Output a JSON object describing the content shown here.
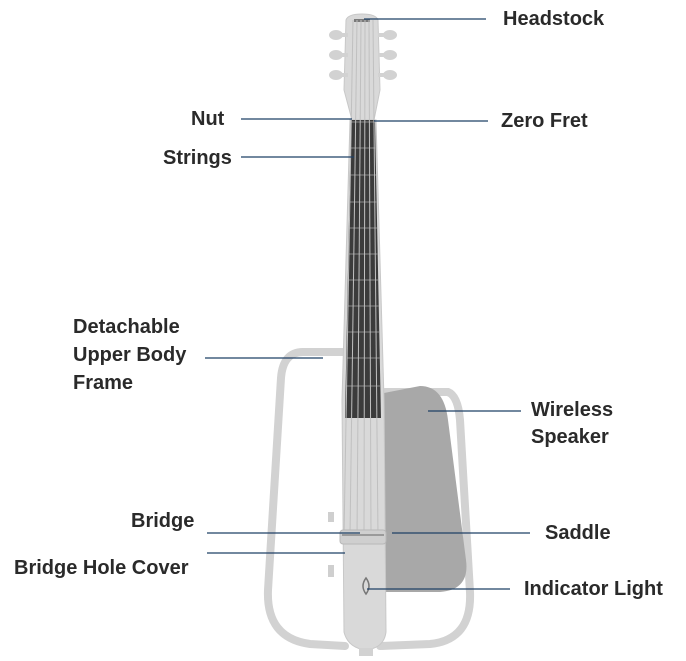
{
  "labels": {
    "headstock": "Headstock",
    "nut": "Nut",
    "zero_fret": "Zero Fret",
    "strings": "Strings",
    "frame_line1": "Detachable",
    "frame_line2": "Upper Body",
    "frame_line3": "Frame",
    "wireless_line1": "Wireless",
    "wireless_line2": "Speaker",
    "bridge": "Bridge",
    "saddle": "Saddle",
    "bridge_hole_cover": "Bridge Hole Cover",
    "indicator_light": "Indicator Light"
  },
  "colors": {
    "text": "#2a2a2a",
    "leader_line": "#1f4066",
    "frame": "#d2d2d2",
    "neck_body": "#d9d9d9",
    "fretboard": "#3b3b3b",
    "speaker": "#a8a8a8",
    "frets": "#8a8a8a"
  }
}
